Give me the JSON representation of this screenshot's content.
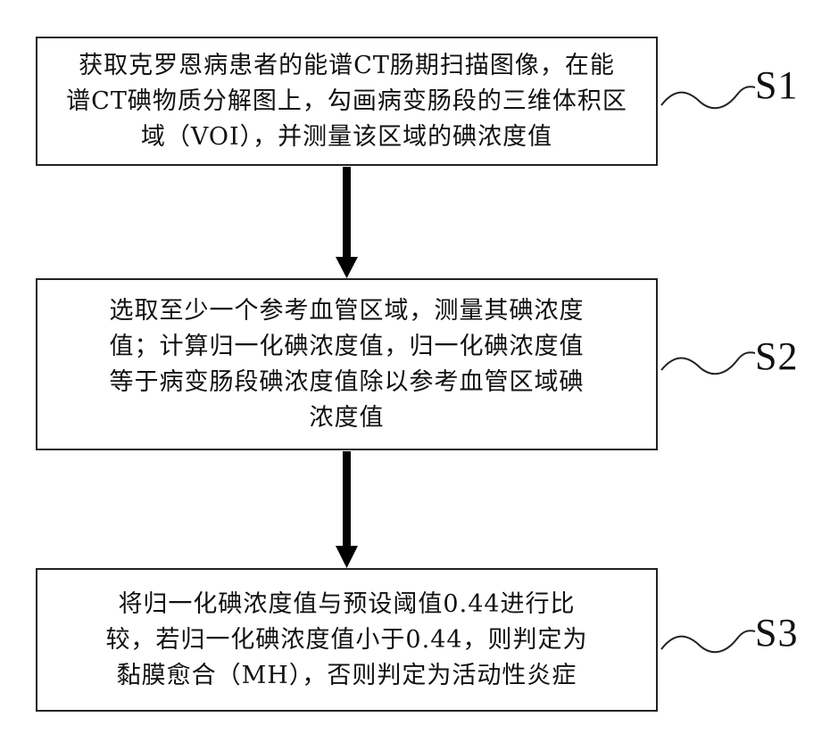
{
  "steps": [
    {
      "label": "S1",
      "lines": [
        "获取克罗恩病患者的能谱CT肠期扫描图像，在能",
        "谱CT碘物质分解图上，勾画病变肠段的三维体积区",
        "域（VOI），并测量该区域的碘浓度值"
      ]
    },
    {
      "label": "S2",
      "lines": [
        "选取至少一个参考血管区域，测量其碘浓度",
        "值；计算归一化碘浓度值，归一化碘浓度值",
        "等于病变肠段碘浓度值除以参考血管区域碘",
        "浓度值"
      ]
    },
    {
      "label": "S3",
      "lines": [
        "将归一化碘浓度值与预设阈值0.44进行比",
        "较，若归一化碘浓度值小于0.44，则判定为",
        "黏膜愈合（MH），否则判定为活动性炎症"
      ]
    }
  ],
  "colors": {
    "stroke": "#222222",
    "arrow": "#000000",
    "background": "#ffffff"
  }
}
